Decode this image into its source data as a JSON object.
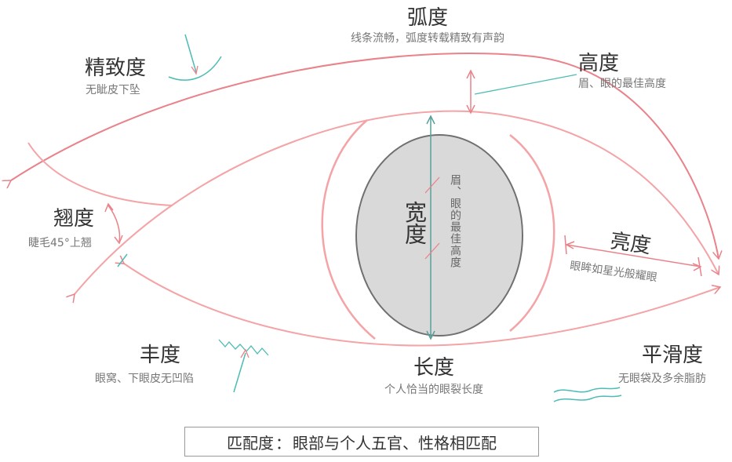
{
  "colors": {
    "eye_line": "#f4a3a6",
    "arrow_line": "#e9828a",
    "teal": "#4cbcb4",
    "pupil_fill": "#d9d9d9",
    "pupil_stroke": "#707070",
    "axis": "#5a9f9a"
  },
  "labels": {
    "hudu": {
      "title": "弧度",
      "sub": "线条流畅，弧度转载精致有声韵"
    },
    "jingzhi": {
      "title": "精致度",
      "sub": "无眦皮下坠"
    },
    "gaodu": {
      "title": "高度",
      "sub": "眉、眼的最佳高度"
    },
    "qiaodu": {
      "title": "翘度",
      "sub": "睫毛45°上翘"
    },
    "kuandu": {
      "title": "宽度",
      "sub": "眉、眼的最佳高度"
    },
    "liangdu": {
      "title": "亮度",
      "sub": "眼眸如星光般耀眼"
    },
    "fengdu": {
      "title": "丰度",
      "sub": "眼窝、下眼皮无凹陷"
    },
    "changdu": {
      "title": "长度",
      "sub": "个人恰当的眼裂长度"
    },
    "pinghua": {
      "title": "平滑度",
      "sub": "无眼袋及多余脂肪"
    }
  },
  "footer": {
    "title": "匹配度",
    "sep": "：",
    "text": "眼部与个人五官、性格相匹配"
  }
}
